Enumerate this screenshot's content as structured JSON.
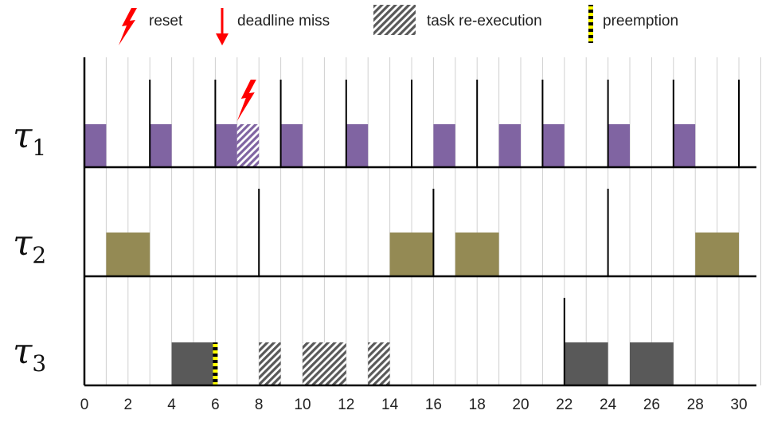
{
  "legend": {
    "reset": "reset",
    "deadline_miss": "deadline miss",
    "reexecution": "task re-execution",
    "preemption": "preemption"
  },
  "colors": {
    "tau1": "#8064a2",
    "tau2": "#948a54",
    "tau3": "#595959",
    "reexec_hatch": "#595959",
    "reset": "#ff0000",
    "preemption": "#ffff00"
  },
  "tasks": [
    {
      "symbol": "τ",
      "subscript": "1",
      "jobs": [
        [
          0,
          1
        ],
        [
          3,
          4
        ],
        [
          6,
          7
        ],
        [
          9,
          10
        ],
        [
          12,
          13
        ],
        [
          16,
          17
        ],
        [
          19,
          20
        ],
        [
          21,
          22
        ],
        [
          24,
          25
        ],
        [
          27,
          28
        ]
      ],
      "reexec": [
        [
          7,
          8
        ]
      ],
      "releases": [
        3,
        6,
        9,
        12,
        15,
        18,
        21,
        24,
        27,
        30
      ],
      "resets": [
        7
      ]
    },
    {
      "symbol": "τ",
      "subscript": "2",
      "jobs": [
        [
          1,
          3
        ],
        [
          14,
          16
        ],
        [
          17,
          19
        ],
        [
          28,
          30
        ]
      ],
      "reexec": [],
      "releases": [
        8,
        16,
        24
      ]
    },
    {
      "symbol": "τ",
      "subscript": "3",
      "jobs": [
        [
          4,
          6
        ],
        [
          22,
          24
        ],
        [
          25,
          27
        ]
      ],
      "reexec": [
        [
          8,
          9
        ],
        [
          10,
          12
        ],
        [
          13,
          14
        ]
      ],
      "releases": [
        22
      ],
      "preemptions": [
        6
      ]
    }
  ],
  "axis": {
    "min": 0,
    "max": 31,
    "ticks": [
      "0",
      "2",
      "4",
      "6",
      "8",
      "10",
      "12",
      "14",
      "16",
      "18",
      "20",
      "22",
      "24",
      "26",
      "28",
      "30"
    ]
  }
}
